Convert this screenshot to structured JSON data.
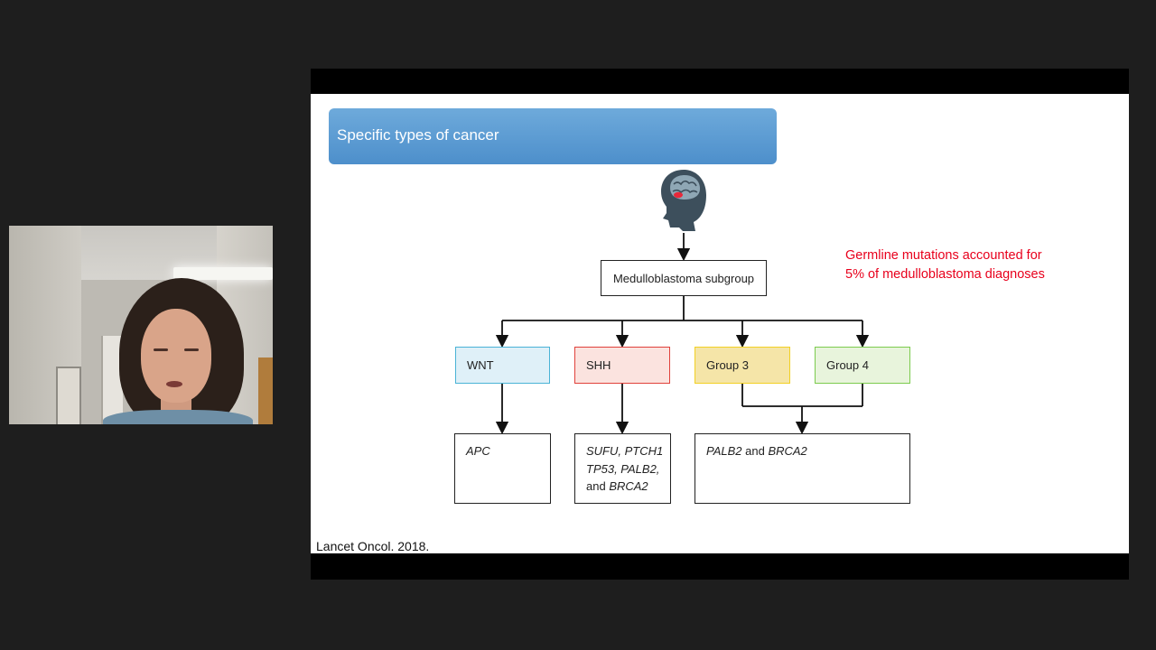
{
  "slide": {
    "title": "Specific types of cancer",
    "root_label": "Medulloblastoma subgroup",
    "note_line1": "Germline mutations accounted for",
    "note_line2": "5% of medulloblastoma diagnoses",
    "citation": "Lancet Oncol. 2018.",
    "subgroups": [
      {
        "label": "WNT",
        "fill": "#dff0f8",
        "border": "#4ab3d6"
      },
      {
        "label": "SHH",
        "fill": "#fbe3df",
        "border": "#e0413b"
      },
      {
        "label": "Group 3",
        "fill": "#f5e5a8",
        "border": "#f2d024"
      },
      {
        "label": "Group 4",
        "fill": "#e8f4dc",
        "border": "#7ccb4e"
      }
    ],
    "genes": {
      "wnt": "APC",
      "shh_line1": "SUFU, PTCH1",
      "shh_line2": "TP53, PALB2,",
      "shh_line3_and": "and ",
      "shh_line3_gene": "BRCA2",
      "g34_gene1": "PALB2",
      "g34_and": " and ",
      "g34_gene2": "BRCA2"
    },
    "icon": "head-brain-icon"
  },
  "colors": {
    "title_bar": "#5b9bd5",
    "note_text": "#e8001c",
    "icon_fill": "#3d4f5c",
    "tumor": "#e8283a"
  }
}
